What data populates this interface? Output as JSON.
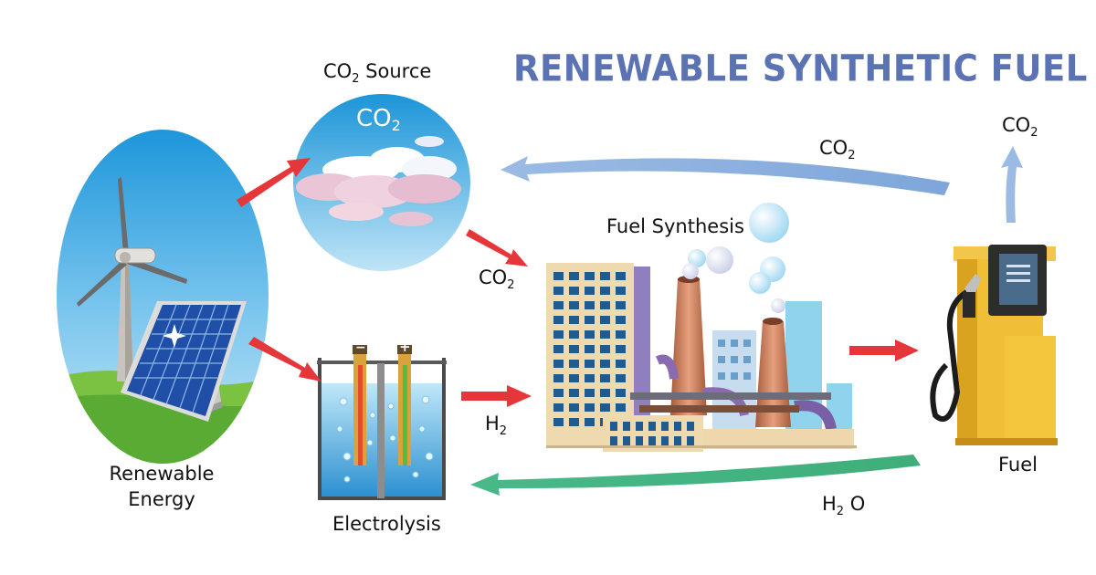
{
  "title": "RENEWABLE SYNTHETIC FUEL",
  "labels": {
    "co2": "CO",
    "sub2": "2",
    "co2_source_suffix": "Source",
    "fuel_synthesis": "Fuel Synthesis",
    "renewable_energy_line1": "Renewable",
    "renewable_energy_line2": "Energy",
    "electrolysis": "Electrolysis",
    "h": "H",
    "o": "O",
    "fuel": "Fuel"
  },
  "colors": {
    "title": "#5b73b3",
    "red_arrow": "#e5363a",
    "blue_arrow": "#8eb1de",
    "green_arrow": "#4dbf8a",
    "sky": "#2aa4e0",
    "grass": "#7cc242",
    "pump": "#e7b52c"
  },
  "electrode_signs": {
    "negative": "−",
    "positive": "+"
  }
}
